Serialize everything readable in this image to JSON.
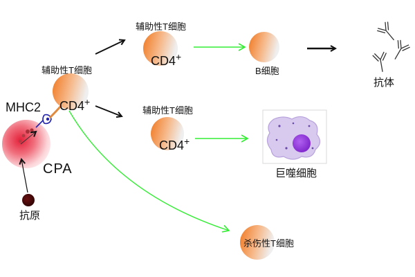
{
  "labels": {
    "helper_t_top": "辅助性T细胞",
    "helper_t_main": "辅助性T细胞",
    "helper_t_mid": "辅助性T细胞",
    "cd4_top": "CD4",
    "cd4_main": "CD4",
    "cd4_mid": "CD4",
    "cd4_superscript": "+",
    "b_cell": "B细胞",
    "antibody": "抗体",
    "mhc2": "MHC2",
    "cpa": "CPA",
    "antigen": "抗原",
    "macrophage": "巨噬细胞",
    "cytotoxic_t": "杀伤性T细胞"
  },
  "colors": {
    "orange_cell": "#f07f2a",
    "cpa_cell": "#e8283a",
    "antigen": "#3a0606",
    "green_arrow": "#33ee33",
    "black_arrow": "#111111",
    "mhc_link": "#2222aa",
    "macrophage_body": "#d8c9ee",
    "macrophage_nucleus": "#8a2ad8"
  }
}
